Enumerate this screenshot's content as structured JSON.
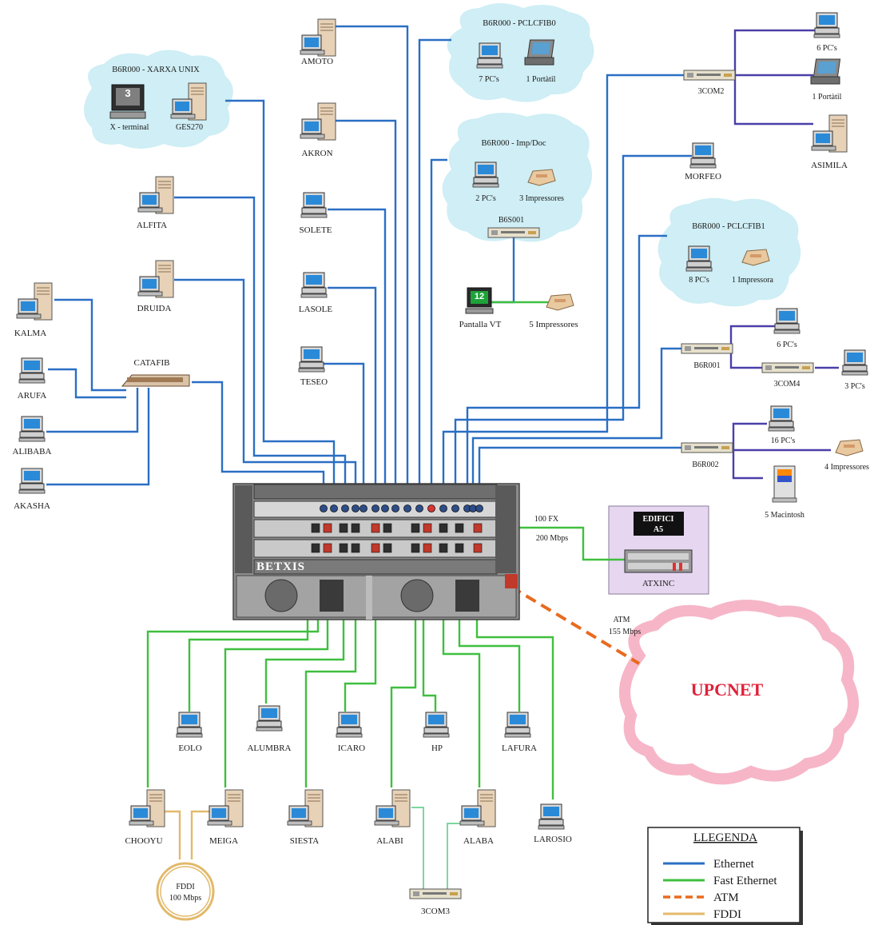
{
  "colors": {
    "ethernet": "#2a6fc4",
    "fast_ethernet": "#3fbf3f",
    "atm": "#e86a1f",
    "fddi": "#e3b96a",
    "cloud_blue": "#cfeef5",
    "cloud_pink": "#f6b6c8",
    "lavender": "#e6d6f0",
    "chassis": "#8c8c8c",
    "violet_link": "#4a3fa8"
  },
  "clouds": {
    "xarxa_unix": {
      "title": "B6R000 - XARXA UNIX",
      "devices": [
        "X - terminal",
        "GES270"
      ],
      "xterm_badge": "3"
    },
    "pclcfib0": {
      "title": "B6R000 - PCLCFIB0",
      "devices": [
        "7 PC's",
        "1 Portàtil"
      ]
    },
    "impdoc": {
      "title": "B6R000 - Imp/Doc",
      "devices": [
        "2 PC's",
        "3 Impressores"
      ],
      "switch": "B6S001"
    },
    "pclcfib1": {
      "title": "B6R000 - PCLCFIB1",
      "devices": [
        "8 PC's",
        "1 Impressora"
      ]
    }
  },
  "nodes": {
    "amoto": "AMOTO",
    "akron": "AKRON",
    "solete": "SOLETE",
    "lasole": "LASOLE",
    "teseo": "TESEO",
    "alfita": "ALFITA",
    "druida": "DRUIDA",
    "kalma": "KALMA",
    "arufa": "ARUFA",
    "alibaba": "ALIBABA",
    "akasha": "AKASHA",
    "catafib": "CATAFIB",
    "morfeo": "MORFEO",
    "pantalla_vt": "Pantalla VT",
    "pantalla_badge": "12",
    "impressores5": "5 Impressores",
    "com2": "3COM2",
    "com2_pcs": "6 PC's",
    "com2_portatil": "1 Portàtil",
    "asimila": "ASIMILA",
    "b6r001": "B6R001",
    "b6r001_pcs": "6 PC's",
    "com4": "3COM4",
    "com4_pcs": "3 PC's",
    "b6r002": "B6R002",
    "b6r002_pcs": "16 PC's",
    "b6r002_imp": "4 Impressores",
    "macintosh": "5 Macintosh",
    "eolo": "EOLO",
    "alumbra": "ALUMBRA",
    "icaro": "ICARO",
    "hp": "HP",
    "lafura": "LAFURA",
    "chooyu": "CHOOYU",
    "meiga": "MEIGA",
    "siesta": "SIESTA",
    "alabi": "ALABI",
    "alaba": "ALABA",
    "larosio": "LAROSIO",
    "com3": "3COM3"
  },
  "chassis": {
    "label": "BETXIS"
  },
  "edifici": {
    "title_line1": "EDIFICI",
    "title_line2": "A5",
    "device": "ATXINC"
  },
  "links": {
    "fx_line1": "100 FX",
    "fx_line2": "200 Mbps",
    "atm_line1": "ATM",
    "atm_line2": "155 Mbps",
    "fddi_line1": "FDDI",
    "fddi_line2": "100 Mbps"
  },
  "upcnet": "UPCNET",
  "legend": {
    "title": "LLEGENDA",
    "items": [
      {
        "label": "Ethernet",
        "kind": "ethernet"
      },
      {
        "label": "Fast Ethernet",
        "kind": "fast_ethernet"
      },
      {
        "label": "ATM",
        "kind": "atm"
      },
      {
        "label": "FDDI",
        "kind": "fddi"
      }
    ]
  }
}
